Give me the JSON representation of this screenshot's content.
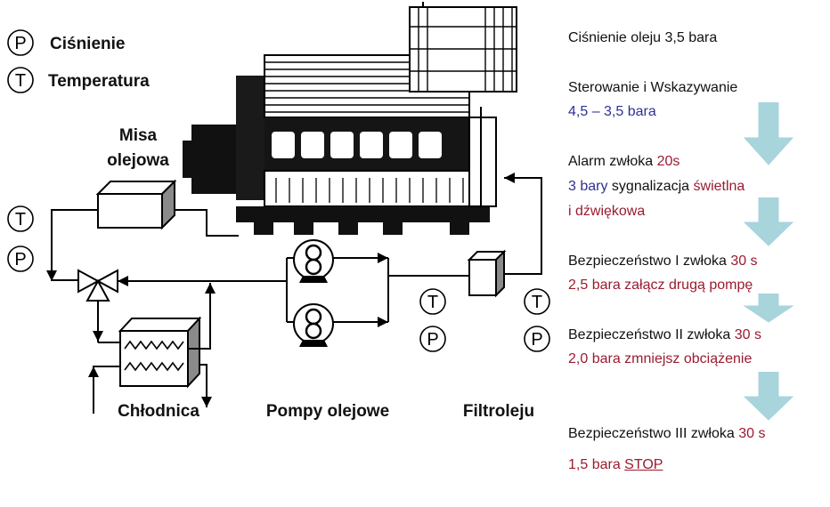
{
  "legend": {
    "pressure": {
      "symbol": "P",
      "label": "Ciśnienie"
    },
    "temperature": {
      "symbol": "T",
      "label": "Temperatura"
    }
  },
  "labels": {
    "oil_pan_line1": "Misa",
    "oil_pan_line2": "olejowa",
    "cooler": "Chłodnica",
    "pumps": "Pompy olejowe",
    "filter": "Filtroleju"
  },
  "sensors": {
    "t": "T",
    "p": "P"
  },
  "panel": {
    "oil_pressure": "Ciśnienie oleju 3,5 bara",
    "control": {
      "line1": "Sterowanie i Wskazywanie",
      "line2": "4,5 – 3,5 bara"
    },
    "alarm": {
      "title": "Alarm zwłoka ",
      "delay": "20s",
      "value": "3 bary",
      "text": " sygnalizacja ",
      "light": "świetlna",
      "sound": "i dźwiękowa"
    },
    "safety1": {
      "title": "Bezpieczeństwo I zwłoka ",
      "delay": "30 s",
      "action": "2,5 bara załącz drugą pompę"
    },
    "safety2": {
      "title": "Bezpieczeństwo II zwłoka ",
      "delay": "30 s",
      "action": "2,0 bara zmniejsz obciążenie"
    },
    "safety3": {
      "title": "Bezpieczeństwo III zwłoka ",
      "delay": "30 s",
      "action_value": "1,5 bara ",
      "action_stop": "STOP"
    }
  },
  "colors": {
    "arrow": "#a8d4dc",
    "blue_text": "#2e3192",
    "red_text": "#9b1b30"
  }
}
